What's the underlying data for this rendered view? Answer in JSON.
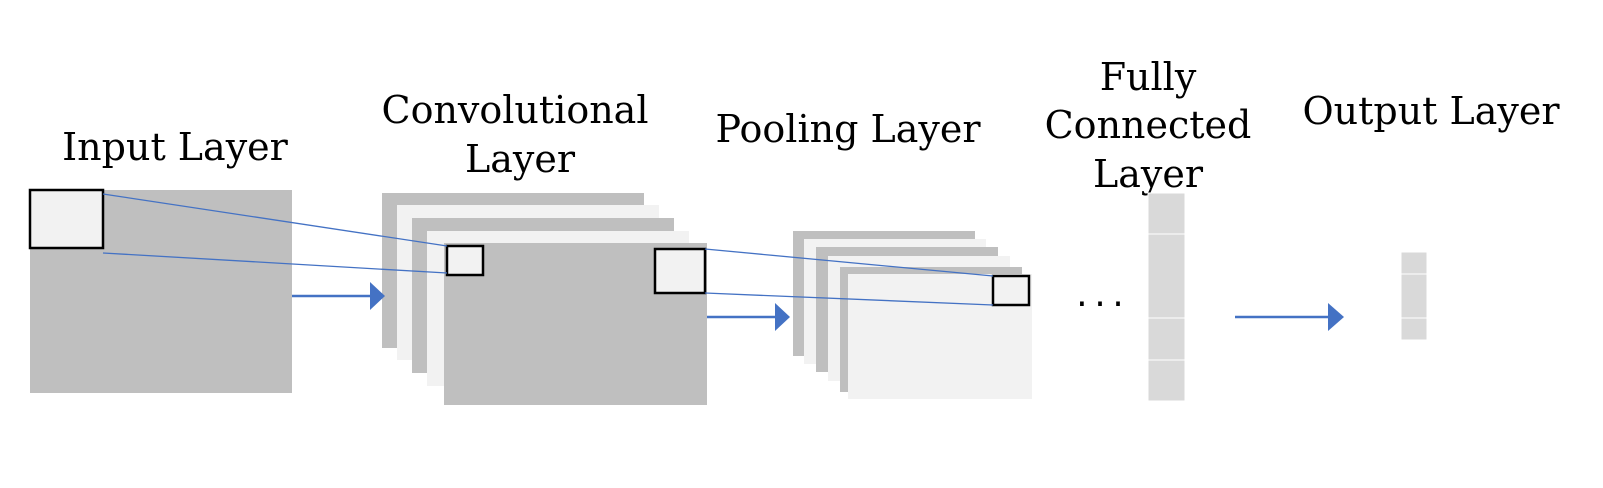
{
  "labels": {
    "input": "Input Layer",
    "conv_line1": "Convolutional",
    "conv_line2": "Layer",
    "pool": "Pooling Layer",
    "fc_line1": "Fully",
    "fc_line2": "Connected",
    "fc_line3": "Layer",
    "output": "Output Layer",
    "ellipsis": "..."
  },
  "colors": {
    "dark_gray": "#bfbfbf",
    "light_gray": "#f2f2f2",
    "fc_gray": "#d9d9d9",
    "arrow_blue": "#4472c4",
    "line_blue": "#4472c4",
    "outline": "#000000"
  }
}
